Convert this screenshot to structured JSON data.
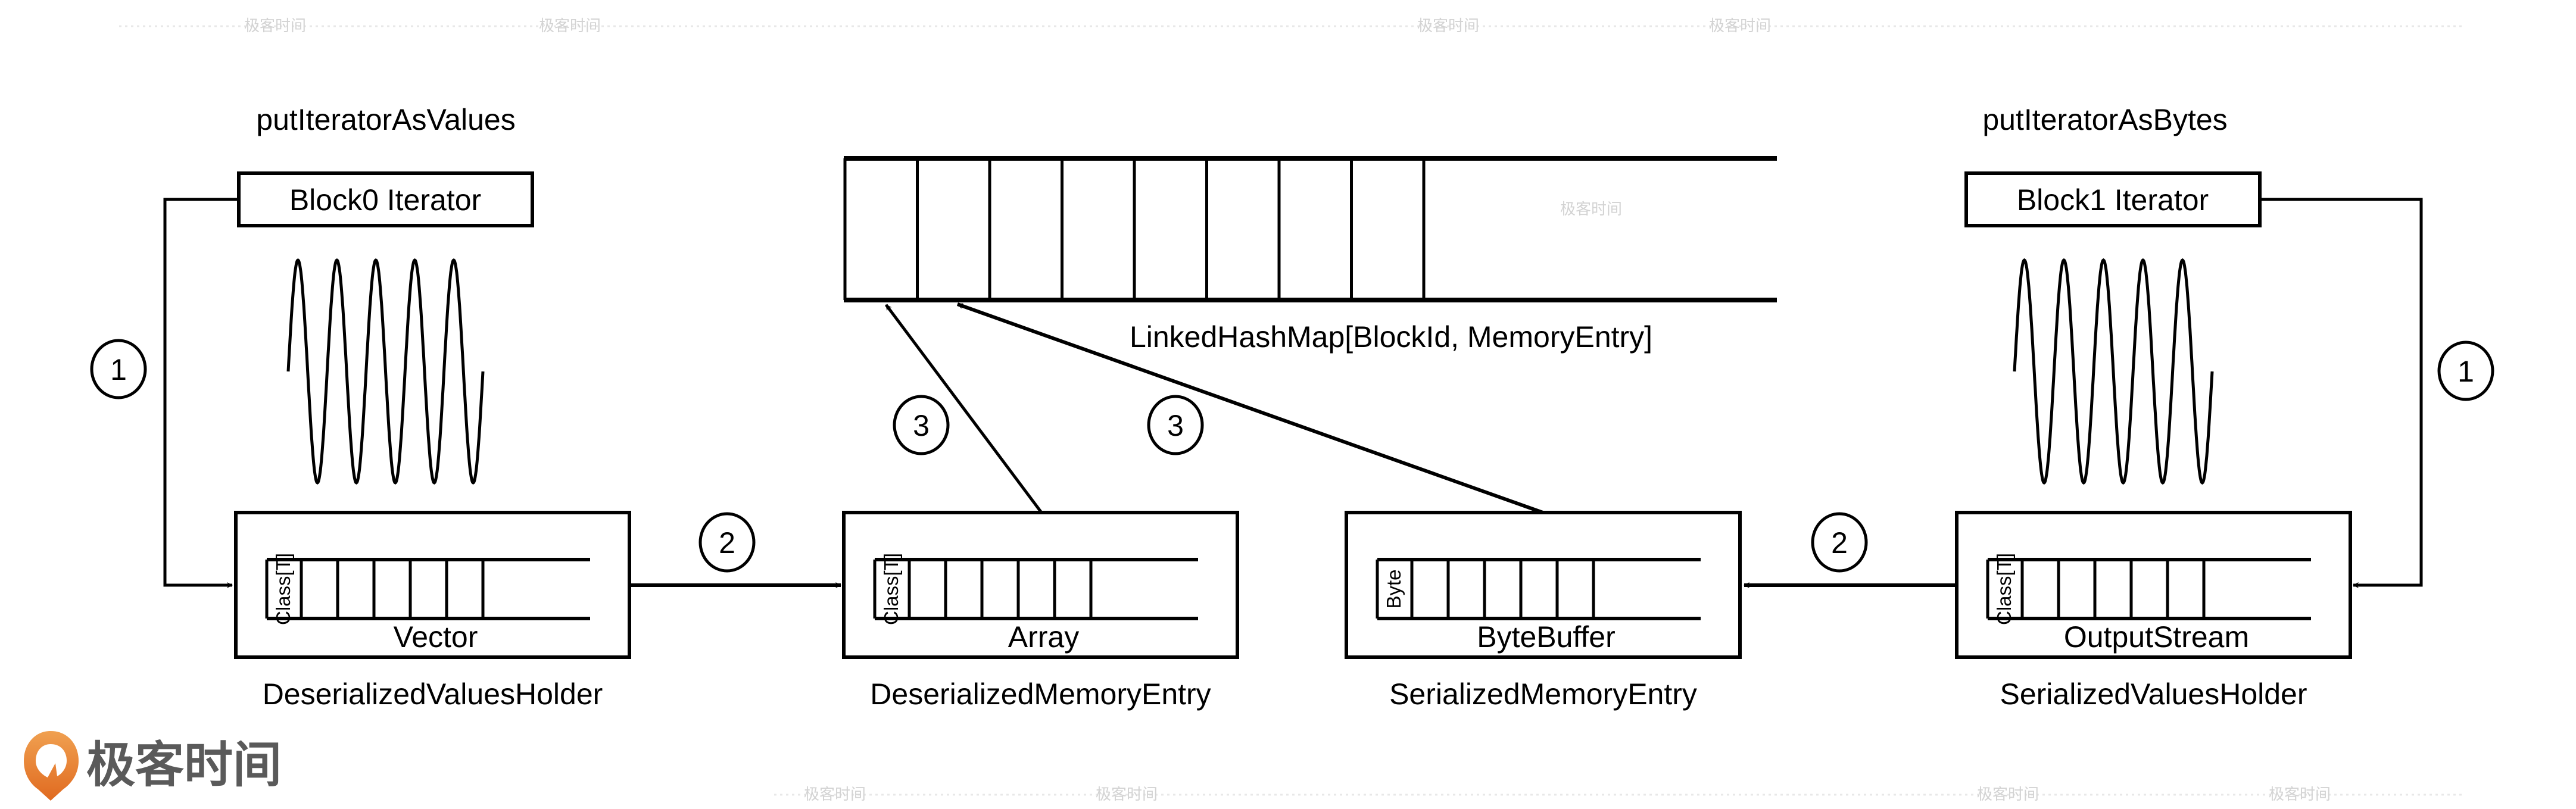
{
  "titles": {
    "left": "putIteratorAsValues",
    "right": "putIteratorAsBytes"
  },
  "iterators": {
    "left": "Block0 Iterator",
    "right": "Block1 Iterator"
  },
  "hashmap": {
    "label": "LinkedHashMap[BlockId, MemoryEntry]",
    "cell_count": 8
  },
  "containers": [
    {
      "inner_label": "Vector",
      "caption": "DeserializedValuesHolder",
      "header_cell": "Class[T]",
      "cells": 5
    },
    {
      "inner_label": "Array",
      "caption": "DeserializedMemoryEntry",
      "header_cell": "Class[T]",
      "cells": 5
    },
    {
      "inner_label": "ByteBuffer",
      "caption": "SerializedMemoryEntry",
      "header_cell": "Byte",
      "cells": 5
    },
    {
      "inner_label": "OutputStream",
      "caption": "SerializedValuesHolder",
      "header_cell": "Class[T]",
      "cells": 5
    }
  ],
  "steps": {
    "left_1": "1",
    "right_1": "1",
    "left_2": "2",
    "right_2": "2",
    "left_3": "3",
    "right_3": "3"
  },
  "logo": {
    "text": "极客时间",
    "brand_color": "#e8782e",
    "text_color": "#5a5a5a"
  },
  "watermark": "极客时间"
}
